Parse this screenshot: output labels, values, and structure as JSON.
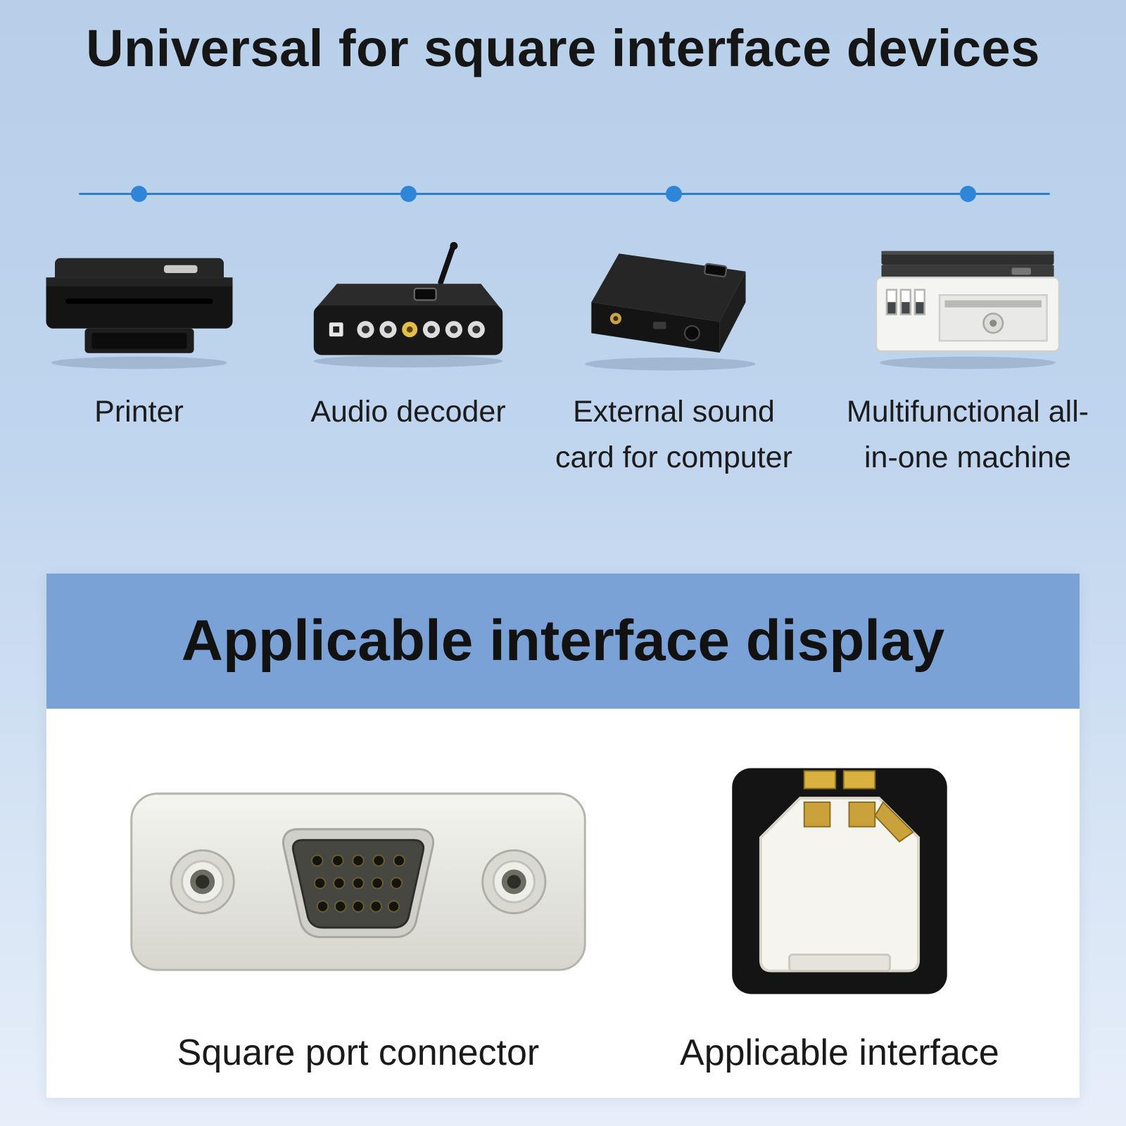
{
  "colors": {
    "accent_blue": "#2f86d9",
    "line_blue": "#2b7fd0",
    "panel_header_blue": "#7aa2d6",
    "gold": "#cfa93f"
  },
  "header": {
    "title": "Universal for square interface devices"
  },
  "timeline": {
    "devices": [
      {
        "label": "Printer",
        "icon": "printer-icon"
      },
      {
        "label": "Audio decoder",
        "icon": "audio-decoder-icon"
      },
      {
        "label": "External sound card for computer",
        "icon": "sound-card-icon"
      },
      {
        "label": "Multifunctional all-in-one machine",
        "icon": "all-in-one-icon"
      }
    ]
  },
  "interface_panel": {
    "title": "Applicable interface display",
    "items": [
      {
        "label": "Square port connector",
        "icon": "vga-connector-icon"
      },
      {
        "label": "Applicable interface",
        "icon": "usb-b-port-icon"
      }
    ]
  }
}
